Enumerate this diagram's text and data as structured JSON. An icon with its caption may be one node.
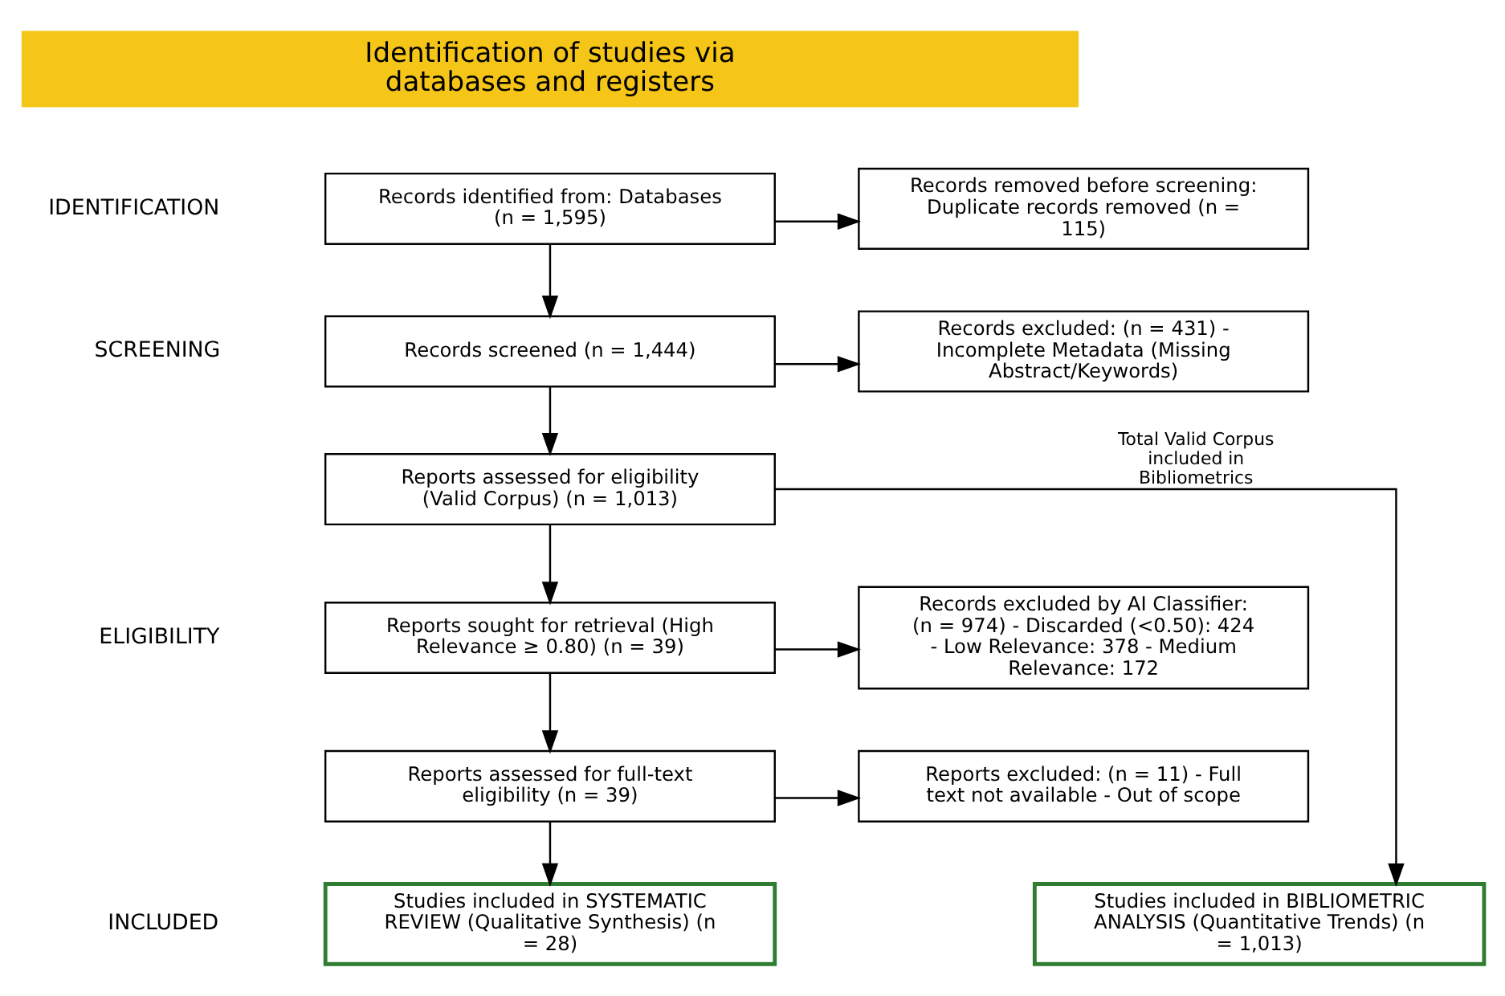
{
  "diagram": {
    "nodes": [
      {
        "text": [
          "Identification of studies via databases and registers"
        ]
      },
      {
        "text": [
          "Records identified from: Databases (n = 1,595)"
        ]
      },
      {
        "text": [
          "Records removed before screening: Duplicate records removed (n = 115)"
        ]
      },
      {
        "text": [
          "Records screened (n = 1,444)"
        ]
      },
      {
        "text": [
          "Records excluded: (n = 431) - Incomplete Metadata (Missing Abstract/Keywords)"
        ]
      },
      {
        "text": [
          "Reports assessed for eligibility (Valid Corpus) (n = 1,013)"
        ]
      },
      {
        "text": [
          "Reports sought for retrieval (High Relevance ≥ 0.80) (n = 39)"
        ]
      },
      {
        "text": [
          "Records excluded by AI Classifier: (n = 974) - Discarded (<0.50): 424 - Low Relevance: 378 - Medium Relevance: 172"
        ]
      },
      {
        "text": [
          "Reports assessed for full-text eligibility (n = 39)"
        ]
      },
      {
        "text": [
          "Reports excluded: (n = 11) - Full text not available - Out of scope"
        ]
      },
      {
        "text": [
          "Studies included in SYSTEMATIC REVIEW (Qualitative Synthesis) (n = 28)"
        ]
      },
      {
        "text": [
          "Studies included in BIBLIOMETRIC ANALYSIS (Quantitative Trends) (n = 1,013)"
        ]
      }
    ],
    "edges": [
      {
        "from": 1,
        "to": 2,
        "arrow": "to"
      },
      {
        "from": 1,
        "to": 3,
        "arrow": "to"
      },
      {
        "from": 3,
        "to": 4,
        "arrow": "to"
      },
      {
        "from": 3,
        "to": 5,
        "arrow": "to"
      },
      {
        "from": 5,
        "to": 6,
        "arrow": "to"
      },
      {
        "from": 5,
        "to": 11,
        "arrow": "to",
        "label": "Total Valid Corpus included in Bibliometrics"
      },
      {
        "from": 6,
        "to": 7,
        "arrow": "to"
      },
      {
        "from": 6,
        "to": 8,
        "arrow": "to"
      },
      {
        "from": 8,
        "to": 9,
        "arrow": "to"
      },
      {
        "from": 8,
        "to": 10,
        "arrow": "to"
      }
    ],
    "labels": [
      "IDENTIFICATION",
      "SCREENING",
      "ELIGIBILITY",
      "INCLUDED"
    ]
  }
}
